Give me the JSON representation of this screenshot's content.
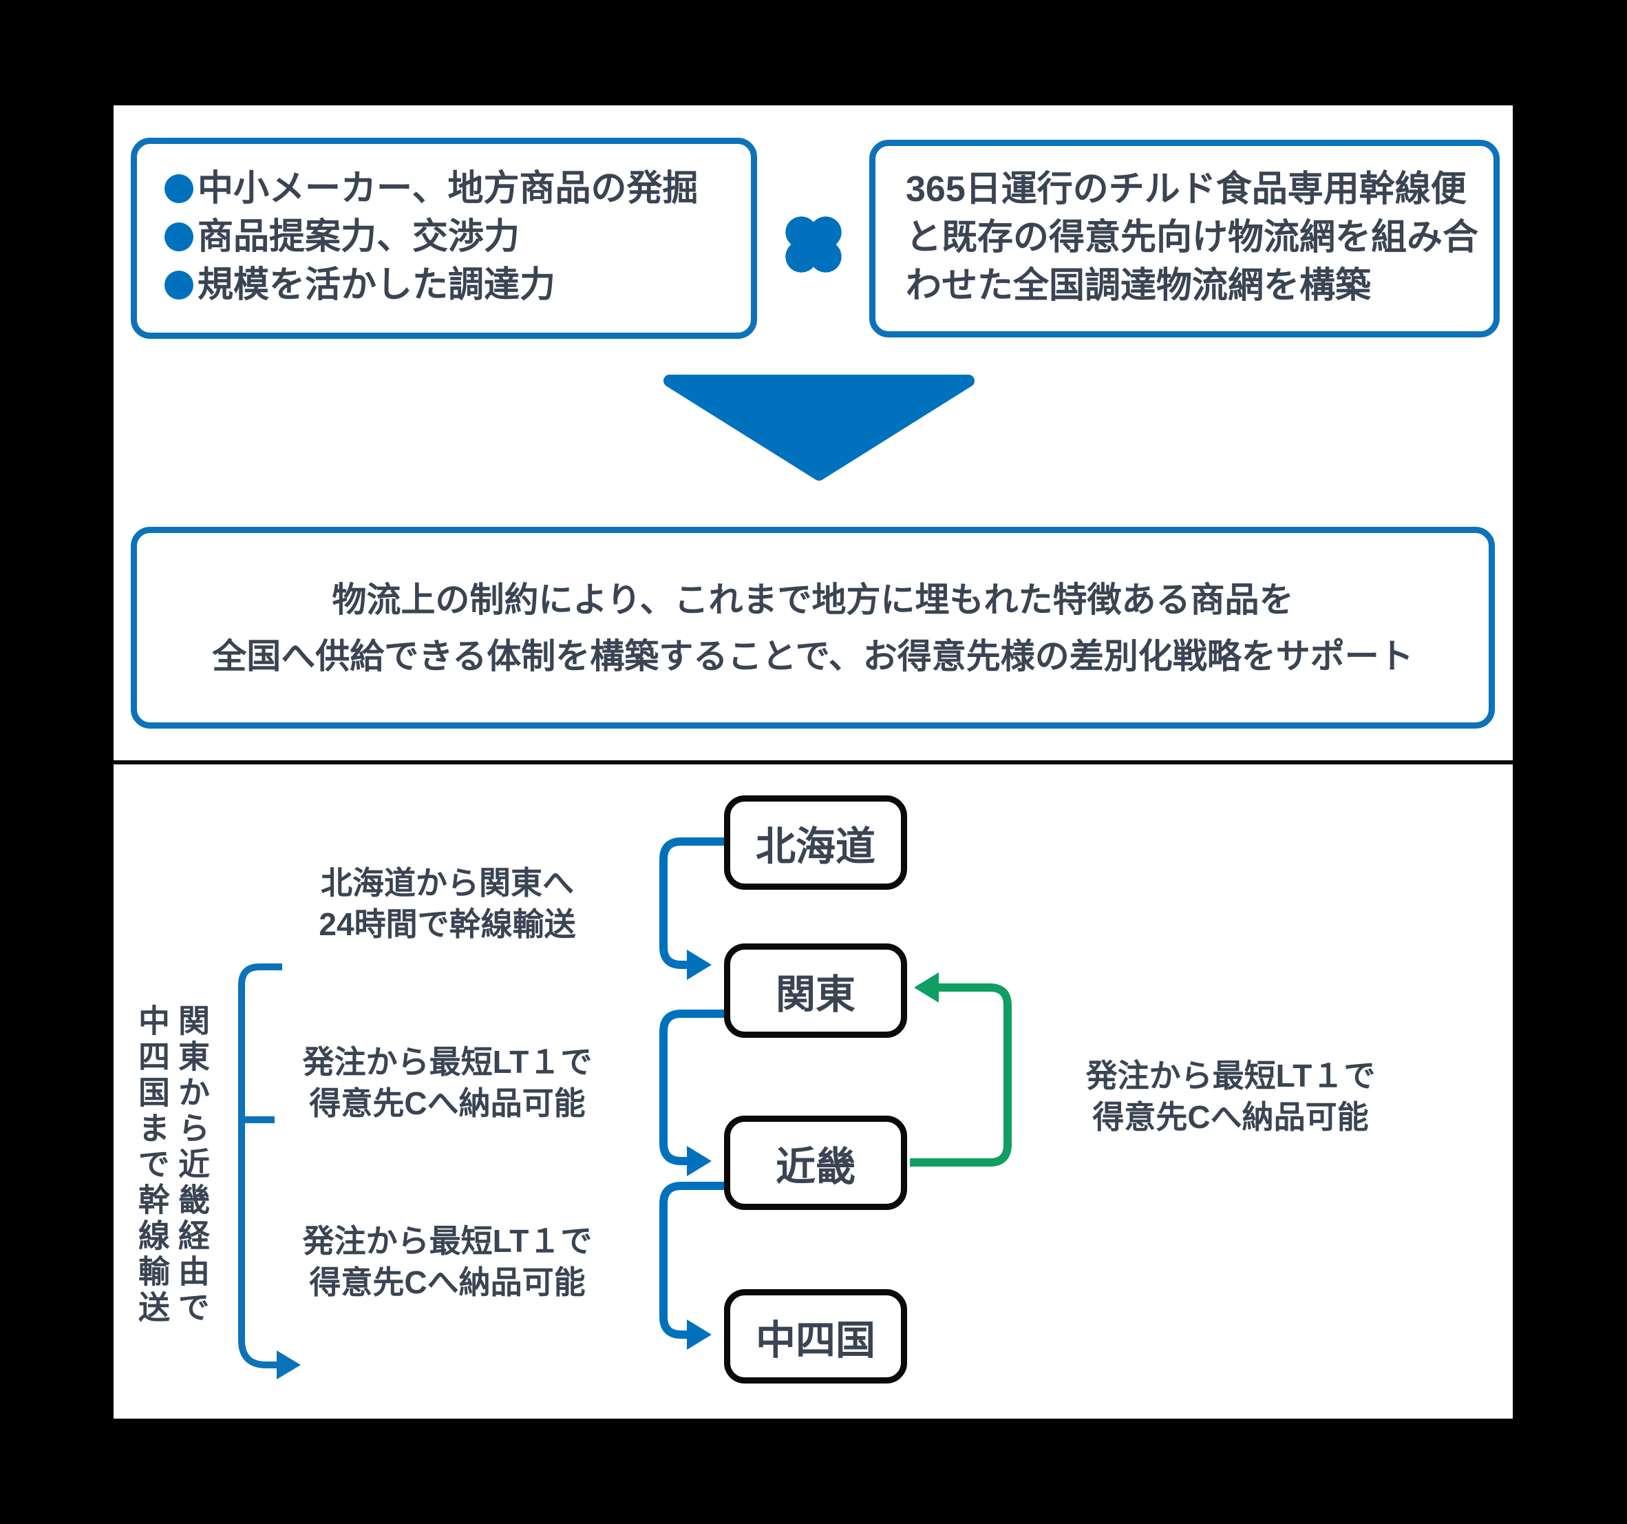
{
  "colors": {
    "blue_accent": "#0071BC",
    "green_accent": "#109E62",
    "text_dark": "#3A4453",
    "node_border": "#0A0A0A",
    "panel_bg": "#FFFFFF",
    "frame_bg": "#000000"
  },
  "icons": {
    "multiply": "multiply-cross",
    "down_arrow": "down-triangle",
    "elbow_arrow": "elbow-arrow",
    "return_arrow": "return-arrow",
    "bracket": "left-bracket"
  },
  "top": {
    "left_box": {
      "items": [
        "中小メーカー、地方商品の発掘",
        "商品提案力、交渉力",
        "規模を活かした調達力"
      ]
    },
    "right_box": {
      "lines": [
        "365日運行のチルド食品専用幹線便",
        "と既存の得意先向け物流網を組み合",
        "わせた全国調達物流網を構築"
      ]
    },
    "summary_box": {
      "lines": [
        "物流上の制約により、これまで地方に埋もれた特徴ある商品を",
        "全国へ供給できる体制を構築することで、お得意先様の差別化戦略をサポート"
      ]
    }
  },
  "flow": {
    "nodes": [
      "北海道",
      "関東",
      "近畿",
      "中四国"
    ],
    "labels": {
      "hokkaido_kanto": {
        "line1": "北海道から関東へ",
        "line2": "24時間で幹線輸送"
      },
      "kanto_kinki": {
        "line1": "発注から最短LT１で",
        "line2": "得意先Cへ納品可能"
      },
      "kinki_chushikoku": {
        "line1": "発注から最短LT１で",
        "line2": "得意先Cへ納品可能"
      },
      "green_route": {
        "line1": "発注から最短LT１で",
        "line2": "得意先Cへ納品可能"
      },
      "bracket_vertical": {
        "column1": "関東から近畿経由で",
        "column2": "中四国まで幹線輸送"
      }
    }
  }
}
